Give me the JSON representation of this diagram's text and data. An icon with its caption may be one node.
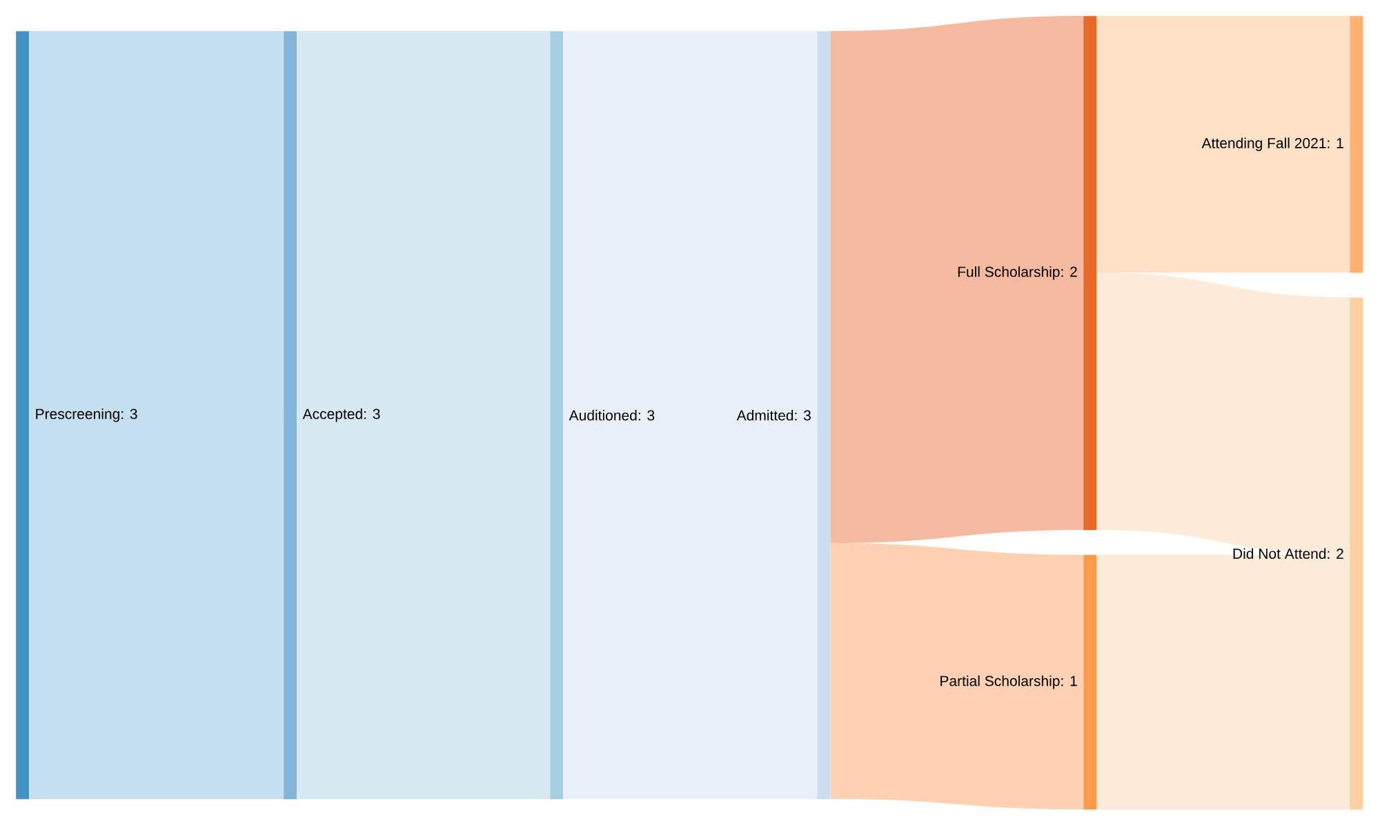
{
  "diagram": {
    "nodes": [
      {
        "text": [
          "Prescreening: 3"
        ]
      },
      {
        "text": [
          "Accepted: 3"
        ]
      },
      {
        "text": [
          "Auditioned: 3"
        ]
      },
      {
        "text": [
          "Admitted: 3"
        ]
      },
      {
        "text": [
          "Full Scholarship: 2"
        ]
      },
      {
        "text": [
          "Partial Scholarship: 1"
        ]
      },
      {
        "text": [
          "Attending Fall 2021: 1"
        ]
      },
      {
        "text": [
          "Did Not Attend: 2"
        ]
      }
    ],
    "edges": [
      {
        "from": 0,
        "to": 1,
        "arrow": "none",
        "color": "#c4dff0"
      },
      {
        "from": 1,
        "to": 2,
        "arrow": "none",
        "color": "#d9e9f4"
      },
      {
        "from": 2,
        "to": 3,
        "arrow": "none",
        "color": "#e8f0f9"
      },
      {
        "from": 3,
        "to": 4,
        "arrow": "none",
        "color": "#f5baa0"
      },
      {
        "from": 3,
        "to": 5,
        "arrow": "none",
        "color": "#fdd1b1"
      },
      {
        "from": 4,
        "to": 6,
        "arrow": "none",
        "color": "#fde0c5"
      },
      {
        "from": 4,
        "to": 7,
        "arrow": "none",
        "color": "#fdebd9"
      },
      {
        "from": 5,
        "to": 7,
        "arrow": "none",
        "color": "#fdebd9"
      }
    ]
  }
}
